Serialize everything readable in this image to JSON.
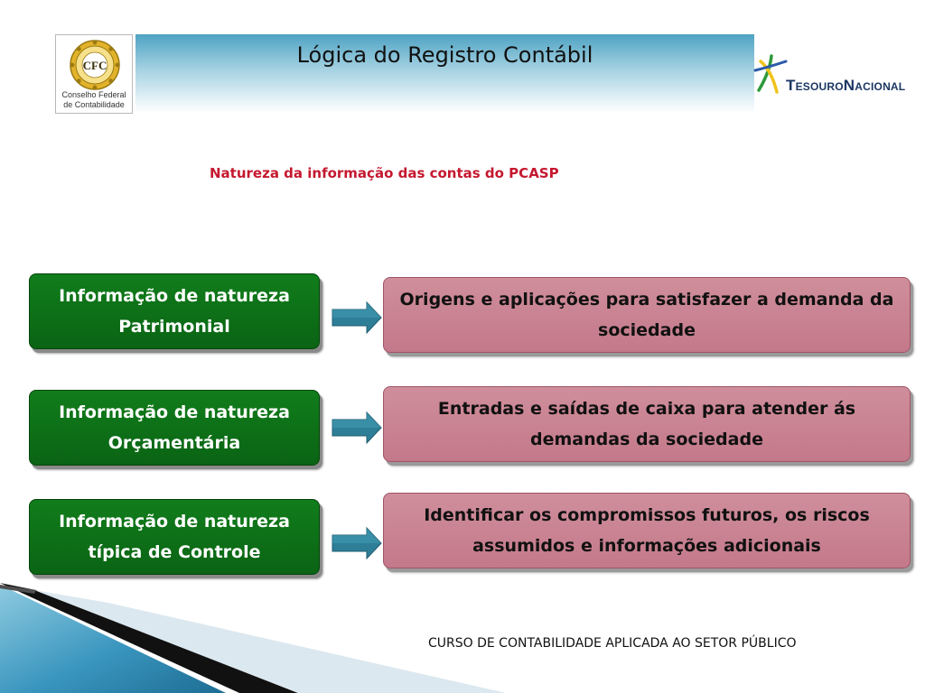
{
  "header": {
    "title": "Lógica do Registro Contábil",
    "cfc_logo": {
      "seal_text": "CFC",
      "line1": "Conselho Federal",
      "line2": "de Contabilidade"
    },
    "tesouro_logo": {
      "text": "TesouroNacional"
    }
  },
  "subtitle": "Natureza da informação das contas do PCASP",
  "rows": [
    {
      "left": "Informação de natureza Patrimonial",
      "right": "Origens e aplicações para satisfazer a demanda da sociedade"
    },
    {
      "left": "Informação de natureza Orçamentária",
      "right": "Entradas e saídas  de caixa para atender ás demandas da sociedade"
    },
    {
      "left": "Informação  de natureza típica de Controle",
      "right": "Identificar os compromissos futuros, os riscos assumidos e informações adicionais"
    }
  ],
  "footer": "CURSO DE CONTABILIDADE APLICADA AO SETOR PÚBLICO",
  "colors": {
    "green": "#0a6414",
    "pink": "#c4798a",
    "accent_red": "#c5182f",
    "arrow": "#2e7e97",
    "band": "#4fa3c4"
  }
}
